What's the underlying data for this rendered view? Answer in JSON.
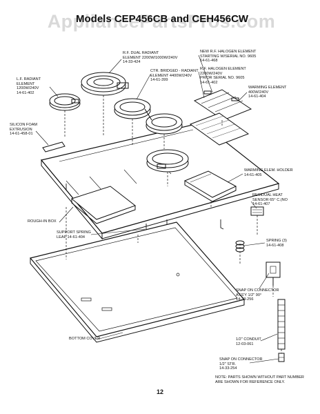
{
  "watermark": "AppliancePartsPros.com",
  "title": "Models CEP456CB and CEH456CW",
  "page_number": "12",
  "note": [
    "NOTE: PARTS SHOWN WITHOUT PART NUMBER",
    "ARE SHOWN FOR REFERENCE ONLY."
  ],
  "labels": {
    "rf_dual": [
      "R.F. DUAL RADIANT",
      "ELEMENT 2200W/1000W/240V",
      "14-33-424"
    ],
    "lf_radiant": [
      "L.F. RADIANT",
      "ELEMENT",
      "1200W/240V",
      "14-61-402"
    ],
    "ctr_bridged": [
      "CTR. BRIDGED - RADIANT",
      "ELEMENT 4400W/240V",
      "14-61-399"
    ],
    "new_rf_halogen": [
      "NEW R.F. HALOGEN ELEMENT",
      "STARTING W/SERIAL NO. 9605",
      "14-61-468"
    ],
    "rf_halogen": [
      "R.F. HALOGEN ELEMENT",
      "2200W/240V",
      "PRIOR SERIAL NO. 9605",
      "14-61-402"
    ],
    "warming_element": [
      "WARMING ELEMENT",
      "400W/240V",
      "14-61-404"
    ],
    "silicon_foam": [
      "SILICON FOAM",
      "EXTRUSION",
      "14-61-458-01"
    ],
    "warming_holder": [
      "WARMING ELEM. HOLDER",
      "14-61-405"
    ],
    "residual_heat": [
      "RESIDUAL HEAT",
      "SENSOR 65° C.(NO",
      "14-61-407"
    ],
    "rough_in_box": [
      "ROUGH-IN BOX"
    ],
    "support_spring": [
      "SUPPORT SPRING",
      "LEAF 14-61-404"
    ],
    "spring": [
      "SPRING (3)",
      "14-61-408"
    ],
    "snap_connector_assy": [
      "SNAP ON CONNECTOR",
      "ASS'Y     1/2\" 90°",
      "14-33-256"
    ],
    "bottom_cover": [
      "BOTTOM COVER"
    ],
    "conduit": [
      "1/2\" CONDUIT",
      "12-03-061"
    ],
    "snap_connector_str": [
      "SNAP ON CONNECTOR",
      "1/2\" STR.",
      "14-33-254"
    ]
  }
}
